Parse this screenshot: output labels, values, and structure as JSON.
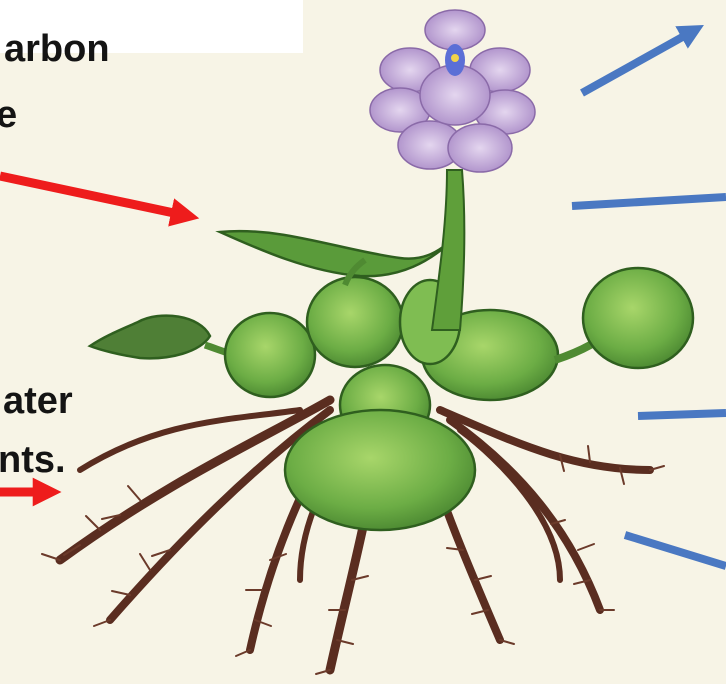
{
  "labels": {
    "line1": "arbon",
    "line2": "e",
    "line3": "ater",
    "line4": "nts."
  },
  "colors": {
    "background": "#f7f4e6",
    "text": "#141414",
    "red_arrow": "#ee1c1c",
    "blue_arrow": "#4a78c2",
    "leaf_green": "#6cad45",
    "root_brown": "#5a2d20",
    "flower_purple": "#b99ad0"
  }
}
